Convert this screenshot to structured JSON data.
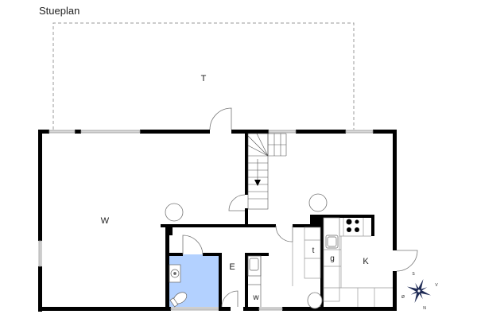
{
  "title": "Stueplan",
  "rooms": {
    "terrace": "T",
    "living": "W",
    "entrance": "E",
    "kitchen": "K",
    "toilet": "w",
    "t_unit": "t",
    "g_unit": "g"
  },
  "compass": {
    "north": "N",
    "south": "S",
    "east": "Ø",
    "west": "V"
  },
  "colors": {
    "wall": "#000000",
    "window": "#bdbdbd",
    "bathroom": "#b3d1ff",
    "terrace_outline": "#9a9a9a",
    "compass": "#1e2a55"
  }
}
